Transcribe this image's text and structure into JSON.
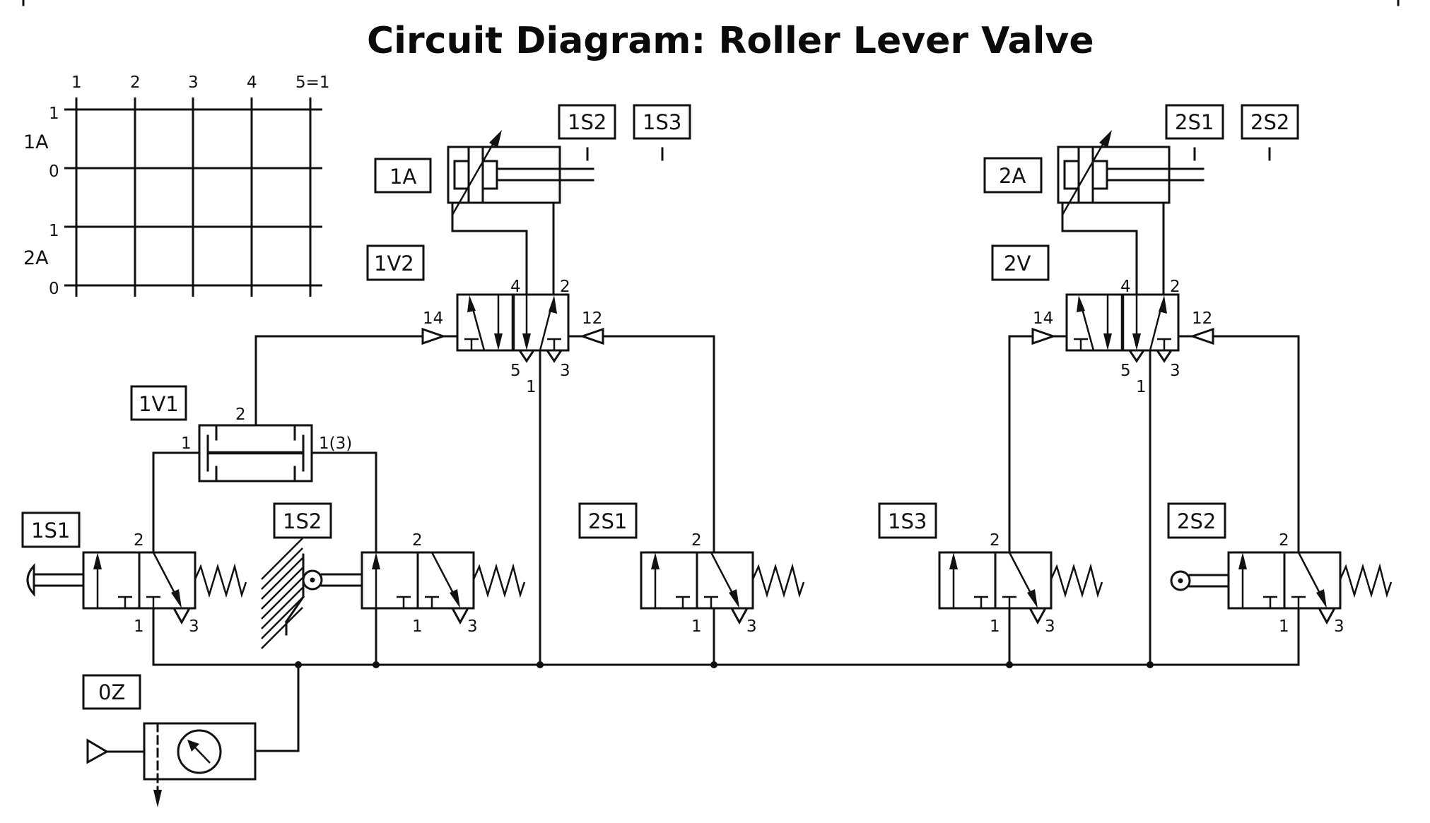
{
  "title": "Circuit Diagram: Roller Lever Valve",
  "step_diagram": {
    "columns": [
      "1",
      "2",
      "3",
      "4",
      "5=1"
    ],
    "rows": [
      {
        "actuator": "1A",
        "top": "1",
        "bottom": "0"
      },
      {
        "actuator": "2A",
        "top": "1",
        "bottom": "0"
      }
    ]
  },
  "components": {
    "cyl1": {
      "tag": "1A"
    },
    "cyl2": {
      "tag": "2A"
    },
    "valve1v2": {
      "tag": "1V2",
      "ports": {
        "p4": "4",
        "p2": "2",
        "p14": "14",
        "p12": "12",
        "p5": "5",
        "p3": "3",
        "p1": "1"
      }
    },
    "valve2v": {
      "tag": "2V",
      "ports": {
        "p4": "4",
        "p2": "2",
        "p14": "14",
        "p12": "12",
        "p5": "5",
        "p3": "3",
        "p1": "1"
      }
    },
    "shuttle1v1": {
      "tag": "1V1",
      "ports": {
        "p1": "1",
        "p13": "1(3)",
        "p2": "2"
      }
    },
    "s1s1": {
      "tag": "1S1",
      "ports": {
        "p2": "2",
        "p1": "1",
        "p3": "3"
      }
    },
    "s1s2": {
      "tag": "1S2",
      "ports": {
        "p2": "2",
        "p1": "1",
        "p3": "3"
      }
    },
    "s2s1": {
      "tag": "2S1",
      "ports": {
        "p2": "2",
        "p1": "1",
        "p3": "3"
      }
    },
    "s1s3": {
      "tag": "1S3",
      "ports": {
        "p2": "2",
        "p1": "1",
        "p3": "3"
      }
    },
    "s2s2": {
      "tag": "2S2",
      "ports": {
        "p2": "2",
        "p1": "1",
        "p3": "3"
      }
    },
    "service": {
      "tag": "0Z"
    }
  },
  "position_markers": {
    "cyl1_a": "1S2",
    "cyl1_b": "1S3",
    "cyl2_a": "2S1",
    "cyl2_b": "2S2"
  },
  "colors": {
    "line": "#111111",
    "background": "#ffffff"
  }
}
